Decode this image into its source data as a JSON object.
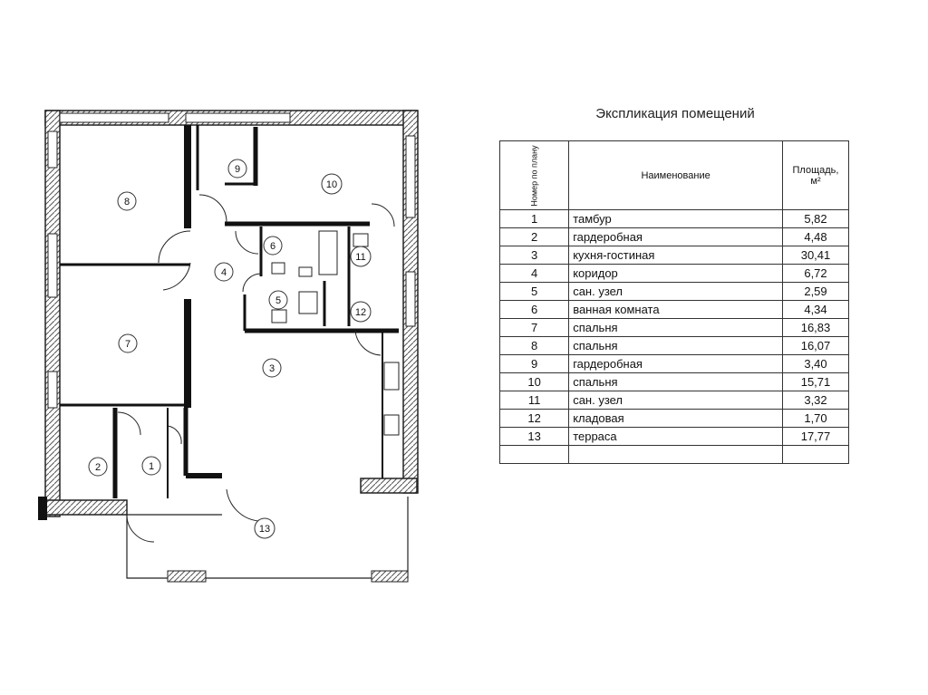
{
  "title": "Экспликация помещений",
  "table": {
    "headers": {
      "number": "Номер по плану",
      "name": "Наименование",
      "area": "Площадь, м²"
    },
    "rows": [
      {
        "num": "1",
        "name": "тамбур",
        "area": "5,82"
      },
      {
        "num": "2",
        "name": "гардеробная",
        "area": "4,48"
      },
      {
        "num": "3",
        "name": "кухня-гостиная",
        "area": "30,41"
      },
      {
        "num": "4",
        "name": "коридор",
        "area": "6,72"
      },
      {
        "num": "5",
        "name": "сан. узел",
        "area": "2,59"
      },
      {
        "num": "6",
        "name": "ванная комната",
        "area": "4,34"
      },
      {
        "num": "7",
        "name": "спальня",
        "area": "16,83"
      },
      {
        "num": "8",
        "name": "спальня",
        "area": "16,07"
      },
      {
        "num": "9",
        "name": "гардеробная",
        "area": "3,40"
      },
      {
        "num": "10",
        "name": "спальня",
        "area": "15,71"
      },
      {
        "num": "11",
        "name": "сан. узел",
        "area": "3,32"
      },
      {
        "num": "12",
        "name": "кладовая",
        "area": "1,70"
      },
      {
        "num": "13",
        "name": "терраса",
        "area": "17,77"
      },
      {
        "num": "",
        "name": "",
        "area": ""
      }
    ]
  },
  "plan": {
    "labels": [
      "1",
      "2",
      "3",
      "4",
      "5",
      "6",
      "7",
      "8",
      "9",
      "10",
      "11",
      "12",
      "13"
    ],
    "circled": [
      "2",
      "5",
      "6",
      "9",
      "11",
      "12",
      "13"
    ]
  }
}
